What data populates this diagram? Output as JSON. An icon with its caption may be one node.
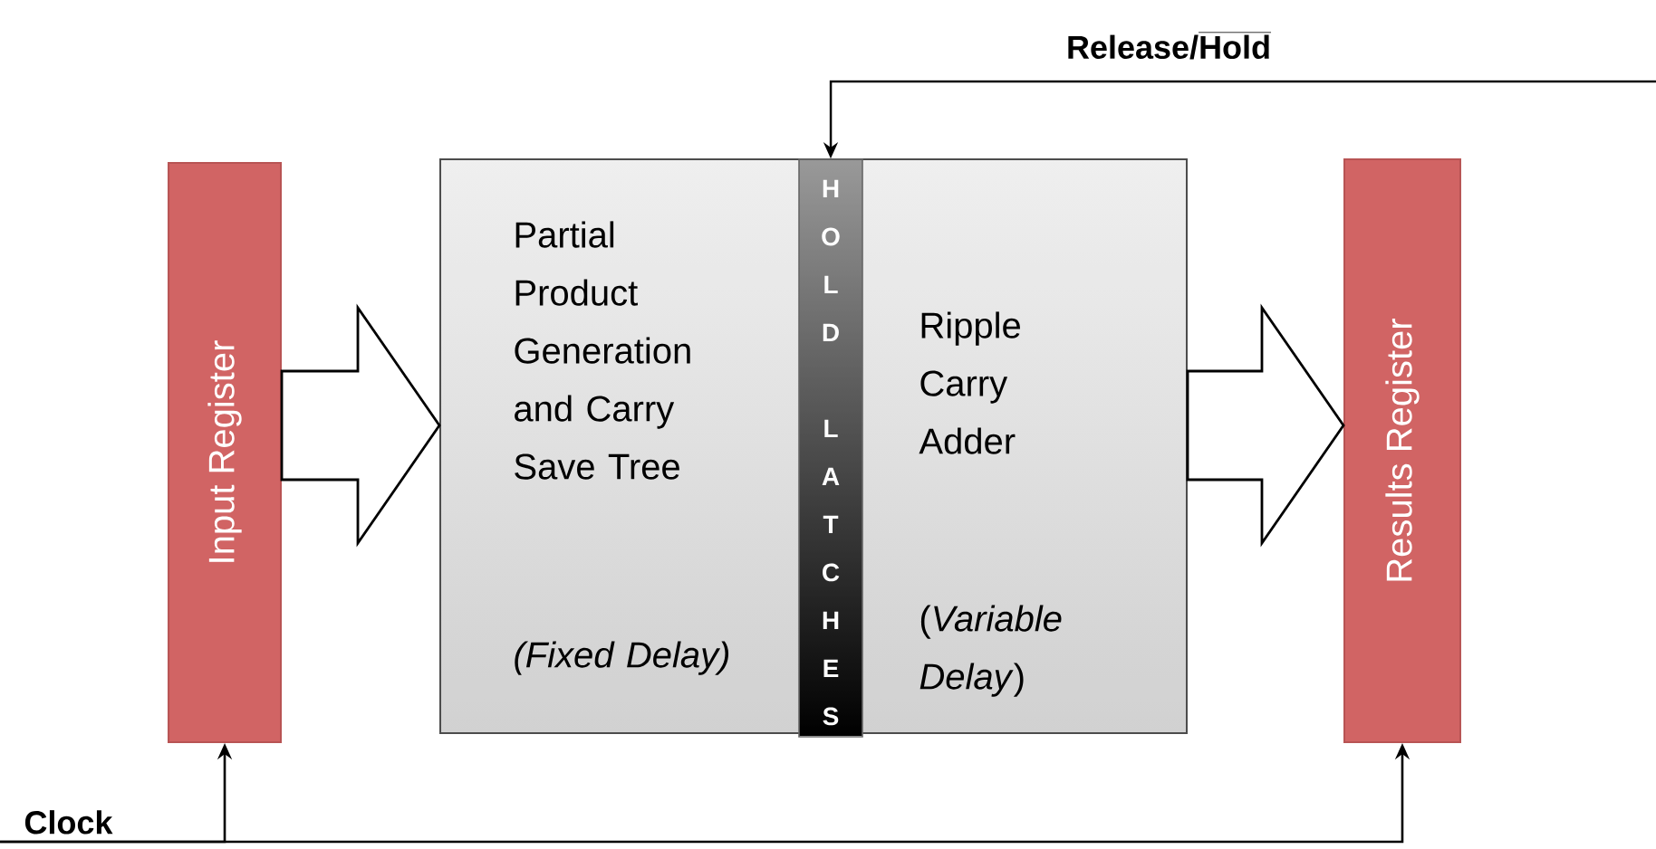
{
  "diagram": {
    "nodes": [
      {
        "text": [
          "Input Register"
        ]
      },
      {
        "text": [
          "Partial Product Generation and Carry Save Tree",
          "(Fixed Delay)",
          "Ripple Carry Adder",
          "(*Variable Delay*)"
        ]
      },
      {
        "text": [
          "HOLD LATCHES"
        ],
        "in": 1
      },
      {
        "text": [
          "Results Register"
        ]
      }
    ],
    "edges": [
      {
        "from": 0,
        "to": 1,
        "arrow": "to",
        "style": "thick"
      },
      {
        "from": 1,
        "to": 3,
        "arrow": "to",
        "style": "thick"
      },
      {
        "from": null,
        "to": 2,
        "arrow": "to",
        "label": "Release/Hold"
      },
      {
        "from": null,
        "to": 0,
        "arrow": "to",
        "label": "Clock"
      },
      {
        "from": null,
        "to": 3,
        "arrow": "to"
      }
    ]
  }
}
